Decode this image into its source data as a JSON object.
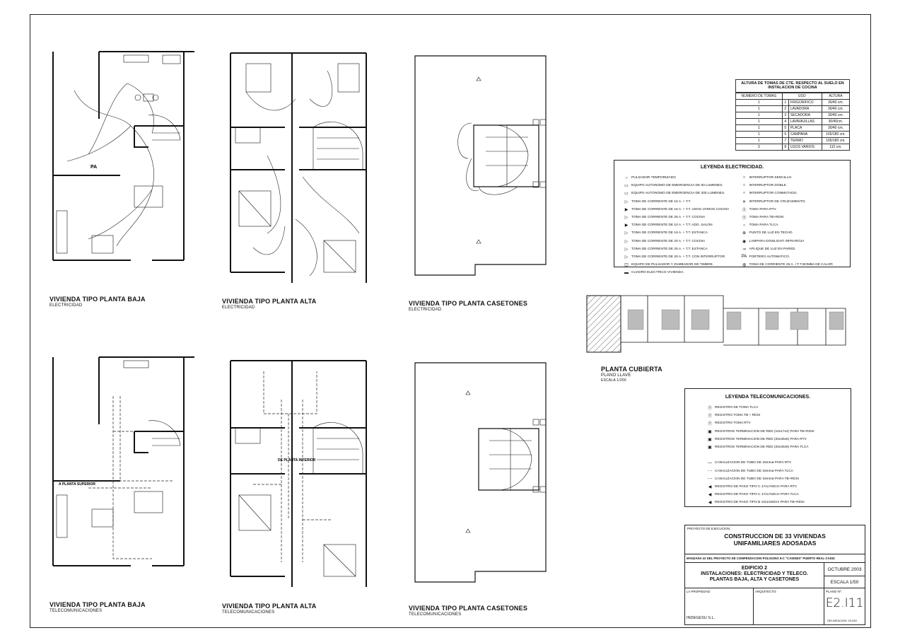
{
  "plans": {
    "p1": {
      "title": "VIVIENDA TIPO PLANTA BAJA",
      "subtitle": "ELECTRICIDAD",
      "label_pa": "PA"
    },
    "p2": {
      "title": "VIVIENDA TIPO PLANTA ALTA",
      "subtitle": "ELECTRICIDAD"
    },
    "p3": {
      "title": "VIVIENDA TIPO PLANTA CASETONES",
      "subtitle": "ELECTRICIDAD"
    },
    "p4": {
      "title": "VIVIENDA TIPO PLANTA BAJA",
      "subtitle": "TELECOMUNICACIONES",
      "note": "A PLANTA SUPERIOR"
    },
    "p5": {
      "title": "VIVIENDA TIPO PLANTA ALTA",
      "subtitle": "TELECOMUNICACIONES",
      "note": "DE PLANTA INFERIOR"
    },
    "p6": {
      "title": "VIVIENDA TIPO PLANTA CASETONES",
      "subtitle": "TELECOMUNICACIONES"
    }
  },
  "tomas_table": {
    "title": "ALTURA DE TOMAS DE CTE. RESPECTO AL SUELO EN INSTALACION DE COCINA",
    "headers": [
      "NUMERO DE TOMAS",
      "USO",
      "ALTURA"
    ],
    "rows": [
      [
        "1",
        "1",
        "FRIGORIFICO",
        "30/40 cm."
      ],
      [
        "1",
        "2",
        "LAVADORA",
        "30/40 cm."
      ],
      [
        "1",
        "3",
        "SECADORA",
        "30/40 cm."
      ],
      [
        "1",
        "4",
        "LAVAVAJILLAS",
        "30/40cm."
      ],
      [
        "1",
        "5",
        "PLACA",
        "30/40 cm."
      ],
      [
        "1",
        "6",
        "CAMPANA",
        "165/180 cm."
      ],
      [
        "1",
        "7",
        "TERMO",
        "165/180 cm."
      ],
      [
        "3",
        "8",
        "USOS VARIOS",
        "110 cm."
      ]
    ]
  },
  "leyenda_electricidad": {
    "title": "LEYENDA ELECTRICIDAD.",
    "left": [
      {
        "icon": "○",
        "text": "PULSADOR TEMPORIZADO"
      },
      {
        "icon": "▭",
        "text": "EQUIPO AUTONOMO DE EMERGENCIA DE 60 LUMENES."
      },
      {
        "icon": "▭",
        "text": "EQUIPO AUTONOMO DE EMERGENCIA DE 300 LUMENES."
      },
      {
        "icon": "▷",
        "text": "TOMA DE CORRIENTE DE 16 A. + T.T."
      },
      {
        "icon": "▶",
        "text": "TOMA DE CORRIENTE DE 16 A. + T.T. USOS VARIOS COCINA"
      },
      {
        "icon": "▷",
        "text": "TOMA DE CORRIENTE DE 25 A. + T.T. COCINA"
      },
      {
        "icon": "▶",
        "text": "TOMA DE CORRIENTE DE 10 A. + T.T. ADO. SALON"
      },
      {
        "icon": "▷",
        "text": "TOMA DE CORRIENTE DE 16 A. + T.T. ESTANCA"
      },
      {
        "icon": "▷",
        "text": "TOMA DE CORRIENTE DE 20 A. + T.T. COCINA"
      },
      {
        "icon": "▷",
        "text": "TOMA DE CORRIENTE DE 25 A. + T.T. ESTANCA"
      },
      {
        "icon": "▷",
        "text": "TOMA DE CORRIENTE DE 20 A. + T.T. CON INTERRUPTOR"
      },
      {
        "icon": "◫",
        "text": "EQUIPO DE PULSADOR Y ZUMBADOR DE TIMBRE."
      },
      {
        "icon": "▬",
        "text": "CUADRO ELECTRICO VIVIENDA."
      }
    ],
    "right": [
      {
        "icon": "ᵒ",
        "text": "INTERRUPTOR SENCILLO."
      },
      {
        "icon": "ᵒ",
        "text": "INTERRUPTOR DOBLE."
      },
      {
        "icon": "ᵒ",
        "text": "INTERRUPTOR CONMUTADO."
      },
      {
        "icon": "✕",
        "text": "INTERRUPTOR DE CRUZAMIENTO."
      },
      {
        "icon": "Ⓣ",
        "text": "TOMA PARA RTV."
      },
      {
        "icon": "Ⓣ",
        "text": "TOMA PARA TB+RDSI."
      },
      {
        "icon": "○",
        "text": "TOMA PARA TLCA."
      },
      {
        "icon": "⊕",
        "text": "PUNTO DE LUZ EN TECHO"
      },
      {
        "icon": "◉",
        "text": "LAMPARA DOWLIGHT INFRAROJA"
      },
      {
        "icon": "⊸",
        "text": "APLIQUE DE LUZ EN PARED."
      },
      {
        "icon": "PA",
        "text": "PORTERO AUTOMATICO."
      },
      {
        "icon": "◍",
        "text": "TOMA DE CORRIENTE 25 A. +T.T BOMBA DE CALOR"
      }
    ]
  },
  "planta_cubierta": {
    "title": "PLANTA CUBIERTA",
    "subtitle": "PLANO LLAVE",
    "scale": "ESCALA 1/200"
  },
  "leyenda_telecom": {
    "title": "LEYENDA TELECOMUNICACIONES.",
    "items": [
      {
        "icon": "Ⓣ",
        "text": "REGISTRO DE TOMA TLCA"
      },
      {
        "icon": "Ⓣ",
        "text": "REGISTRO TOMA TB + RDSI"
      },
      {
        "icon": "Ⓣ",
        "text": "REGISTRO TOMA RTV"
      },
      {
        "icon": "▣",
        "text": "REGISTROS TERMINACION DE RED (10x17x4) PARA TB+RDSI"
      },
      {
        "icon": "▣",
        "text": "REGISTROS TERMINACION DE RED (20x30x6) PARA RTV"
      },
      {
        "icon": "▣",
        "text": "REGISTROS TERMINACION DE RED (20x30x6) PARA TLCA"
      },
      {
        "icon": "",
        "text": ""
      },
      {
        "icon": "—",
        "text": "CANALIZACION DE TUBO DE 16mmø PARA RTV"
      },
      {
        "icon": "- -",
        "text": "CANALIZACION DE TUBO DE 16mmø PARA TLCA"
      },
      {
        "icon": "-·-",
        "text": "CANALIZACION DE TUBO DE 16mmø PARA TB+RDSI"
      },
      {
        "icon": "◀",
        "text": "REGISTRO DE PASO TIPO C 17x17x6Cm PARA RTV"
      },
      {
        "icon": "◀",
        "text": "REGISTRO DE PASO TIPO C 17x17x6Cm PARA TLCA"
      },
      {
        "icon": "◀",
        "text": "REGISTRO DE PASO TIPO B 10x10x6Cm PARA TB+RDSI"
      }
    ]
  },
  "title_block": {
    "label": "PROYECTO DE EJECUCION:",
    "project_line1": "CONSTRUCCION DE 33 VIVIENDAS",
    "project_line2": "UNIFAMILIARES ADOSADAS",
    "location": "MANZANA 22 DEL PROYECTO DE COMPENSACION POLIGONO 8-C \"CASINES\"   PUERTO REAL-CADIZ",
    "content_line1": "EDIFICIO 2",
    "content_line2": "INSTALACIONES: ELECTRICIDAD Y TELECO.",
    "content_line3": "PLANTAS BAJA, ALTA Y CASETONES",
    "date": "OCTUBRE 2003",
    "scale": "ESCALA 1/50",
    "plano_label": "PLANO Nº:",
    "plano_number": "E2.I11",
    "propiedad_label": "LA PROPIEDAD:",
    "propiedad": "INDEGESU S.L.",
    "arquitecto_label": "ARQUITECTO:",
    "delineacion": "DELINEACION: 03-040"
  }
}
